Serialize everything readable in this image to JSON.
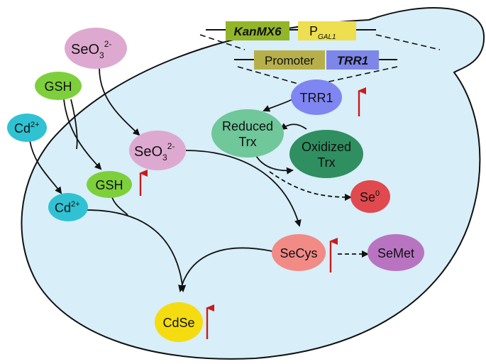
{
  "nodes": {
    "seo3_outer": {
      "base": "SeO",
      "sub": "3",
      "sup": "2-"
    },
    "gsh_outer": "GSH",
    "cd_outer": {
      "base": "Cd",
      "sup": "2+"
    },
    "seo3_inner": {
      "base": "SeO",
      "sub": "3",
      "sup": "2-"
    },
    "gsh_inner": "GSH",
    "cd_inner": {
      "base": "Cd",
      "sup": "2+"
    },
    "trr1": "TRR1",
    "reduced_trx": {
      "line1": "Reduced",
      "line2": "Trx"
    },
    "oxidized_trx": {
      "line1": "Oxidized",
      "line2": "Trx"
    },
    "se0": {
      "base": "Se",
      "sup": "0"
    },
    "secys": "SeCys",
    "semet": "SeMet",
    "cdse": "CdSe"
  },
  "constructs": {
    "top": {
      "gene": "KanMX6",
      "promoter_base": "P",
      "promoter_sub": "GAL1"
    },
    "bottom": {
      "promoter": "Promoter",
      "gene": "TRR1"
    }
  },
  "colors": {
    "cell_fill": "#d8eef8",
    "selenite": "#dea9d0",
    "gsh": "#7dcf3c",
    "cadmium": "#30c2d2",
    "trr1": "#7f86f2",
    "reduced_trx": "#6fc79a",
    "oxidized_trx": "#2f8f60",
    "se0": "#e0494e",
    "secys": "#f28a86",
    "semet": "#b874c1",
    "cdse": "#f4dc10",
    "kanmx6": "#93b52a",
    "pgal1": "#eedf50",
    "promoter": "#b7b04a",
    "trr1_gene": "#7e86e8",
    "up_arrow": "#cc1a1a"
  }
}
